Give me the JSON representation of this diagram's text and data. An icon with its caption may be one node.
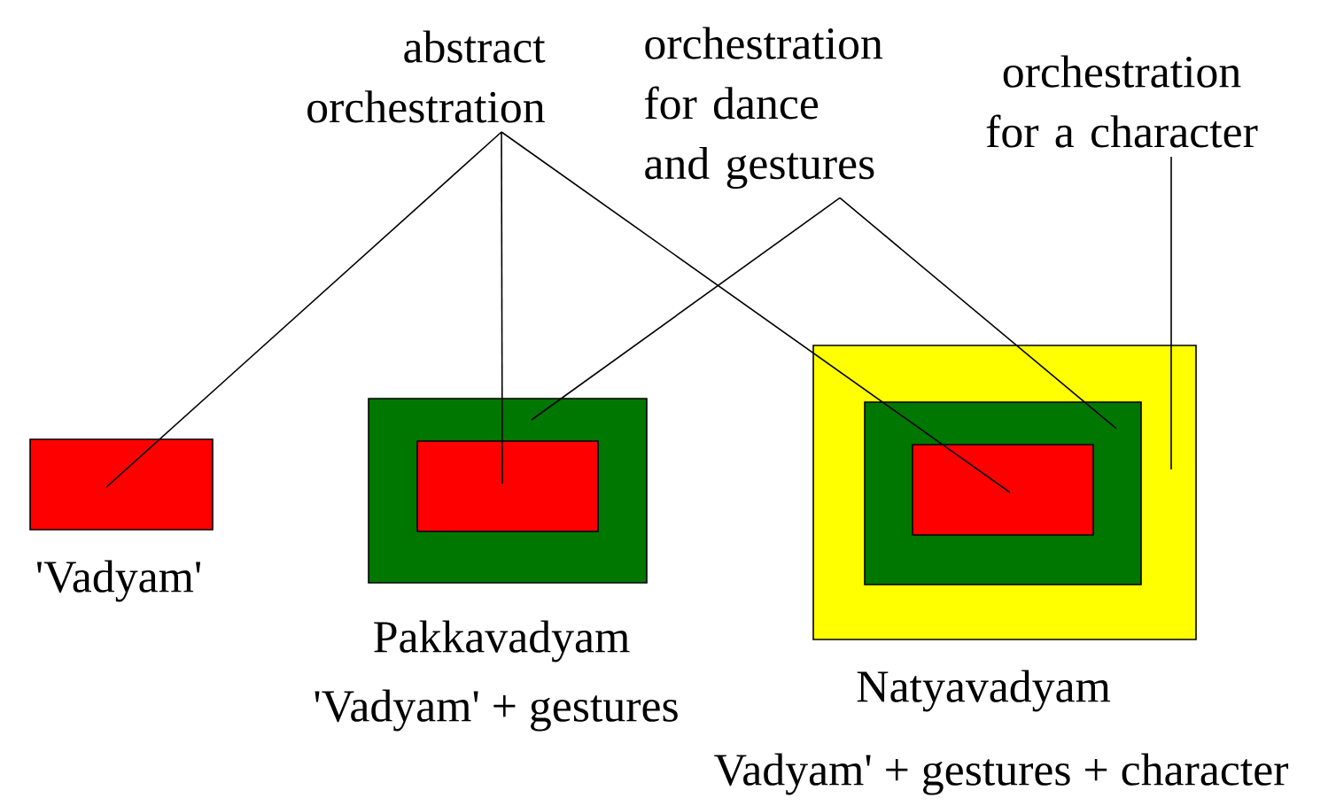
{
  "diagram": {
    "nodes": [
      {
        "text": [
          "abstract orchestration"
        ]
      },
      {
        "text": [
          "orchestration for dance and gestures"
        ]
      },
      {
        "text": [
          "orchestration for a character"
        ]
      },
      {
        "text": [],
        "shape": "box",
        "beside": [
          "'Vadyam'"
        ]
      },
      {
        "text": [],
        "shape": "box",
        "beside": [
          "Pakkavadyam",
          "'Vadyam' + gestures"
        ]
      },
      {
        "text": [],
        "shape": "box",
        "in": 4
      },
      {
        "text": [],
        "shape": "box",
        "beside": [
          "Natyavadyam",
          "Vadyam' + gestures + character"
        ]
      },
      {
        "text": [],
        "shape": "box",
        "in": 6
      },
      {
        "text": [],
        "shape": "box",
        "in": 7
      }
    ],
    "edges": [
      {
        "from": 0,
        "to": 3,
        "arrow": "none"
      },
      {
        "from": 0,
        "to": 5,
        "arrow": "none"
      },
      {
        "from": 0,
        "to": 8,
        "arrow": "none"
      },
      {
        "from": 1,
        "to": 4,
        "arrow": "none"
      },
      {
        "from": 1,
        "to": 7,
        "arrow": "none"
      },
      {
        "from": 2,
        "to": 6,
        "arrow": "none"
      }
    ]
  }
}
